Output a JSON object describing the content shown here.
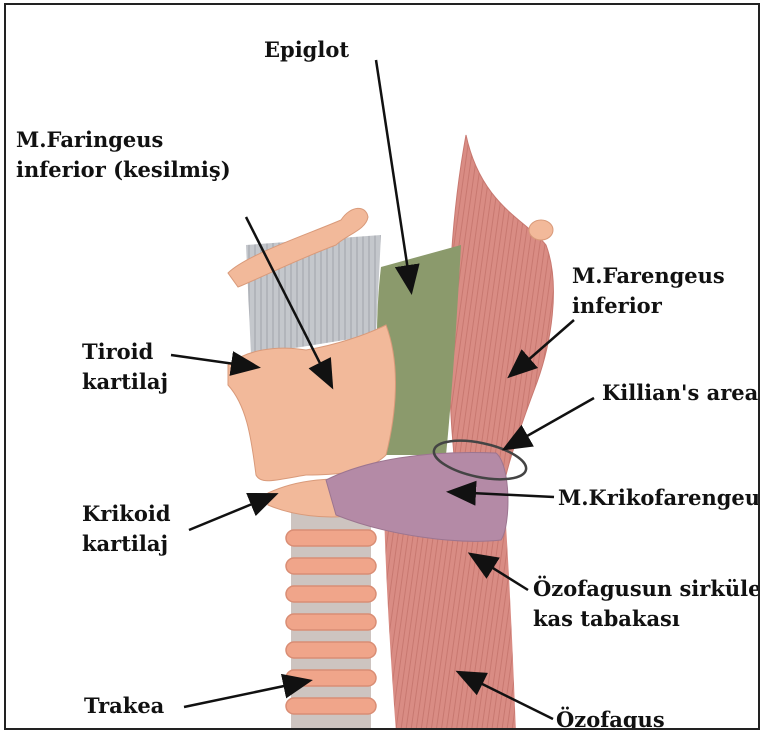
{
  "labels": {
    "epiglot": "Epiglot",
    "m_faringeus_inferior_cut_line1": "M.Faringeus",
    "m_faringeus_inferior_cut_line2": "inferior  (kesilmiş)",
    "m_farengeus_inferior_line1": "M.Farengeus",
    "m_farengeus_inferior_line2": "inferior",
    "tiroid_line1": "Tiroid",
    "tiroid_line2": "kartilaj",
    "killian": "Killian's area",
    "krikoid_line1": "Krikoid",
    "krikoid_line2": "kartilaj",
    "krikofarengeus": "M.Krikofarengeus",
    "ozofagus_sirkuler_line1": "Özofagusun sirküler",
    "ozofagus_sirkuler_line2": "kas tabakası",
    "trakea": "Trakea",
    "ozofagus": "Özofagus"
  },
  "colors": {
    "cartilage": "#f2b99a",
    "muscle": "#d88a82",
    "membrane": "#b9bdc4",
    "epiglottis": "#8b9a6c",
    "cricopharyngeus": "#b48aa6",
    "trachea_ring": "#f0a58a",
    "trachea_gap": "#c9c3c0"
  },
  "icons": [
    "leader-arrow"
  ]
}
